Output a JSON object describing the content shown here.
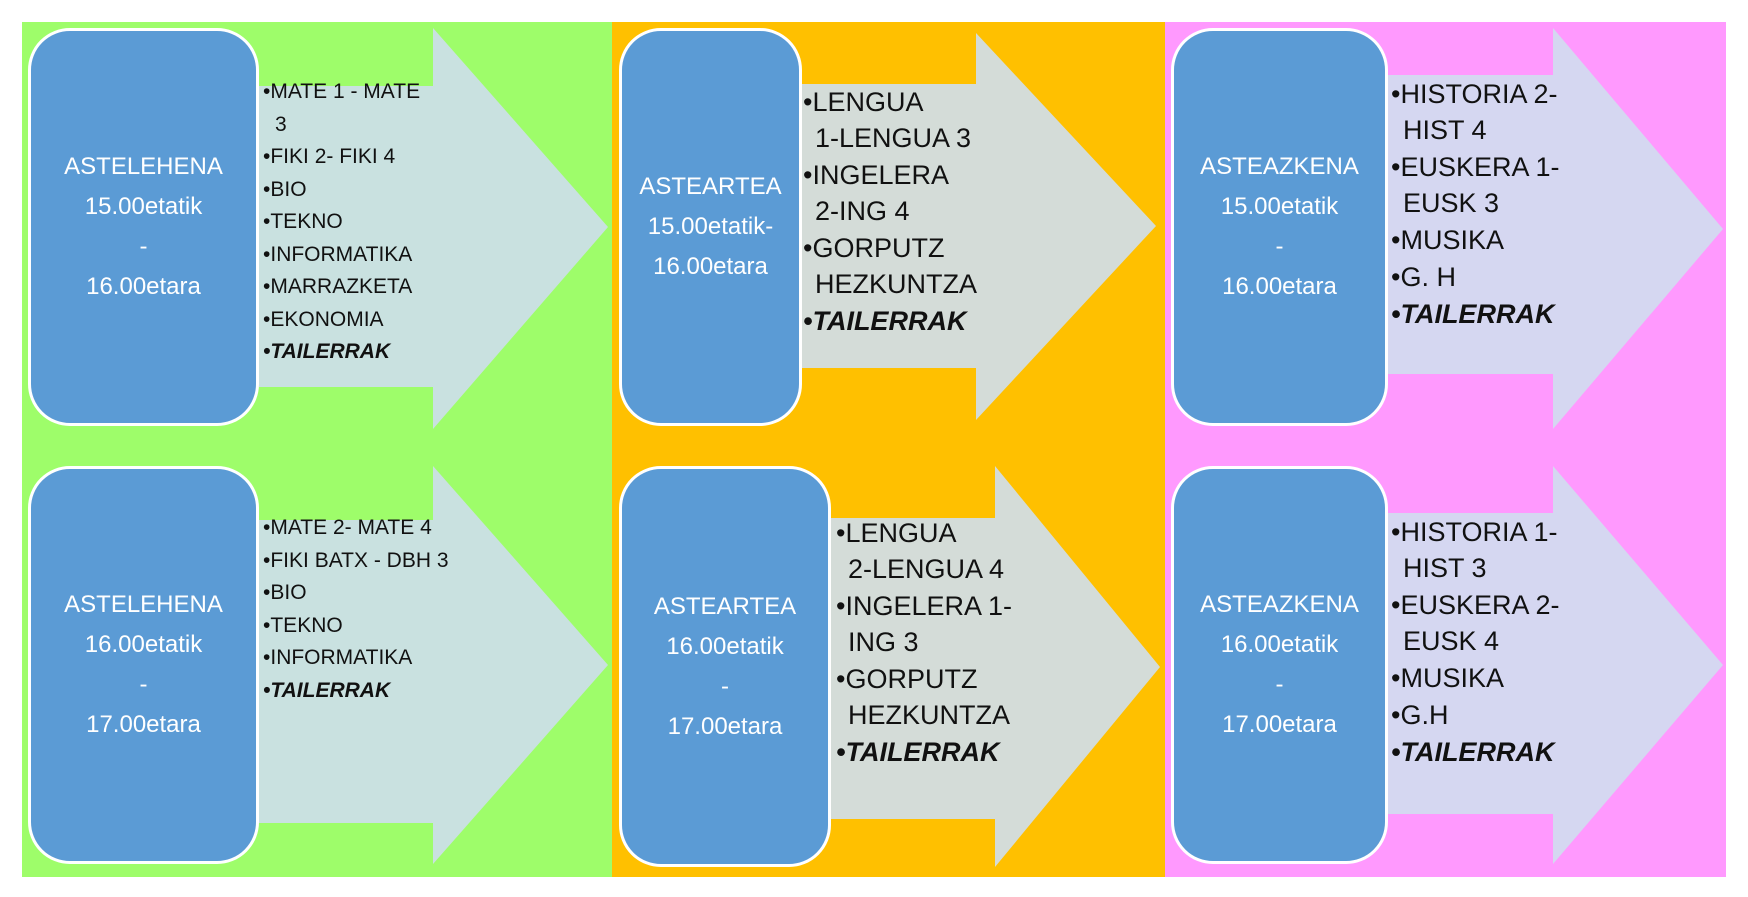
{
  "colors": {
    "green": "#9efd6a",
    "orange": "#ffc000",
    "pink": "#ff99fe",
    "box": "#5b9bd5",
    "arrows": [
      "#c9e1e0",
      "#d4dcd8",
      "#d5d7f1"
    ]
  },
  "columns": [
    {
      "rows": [
        {
          "box": [
            "ASTELEHENA",
            "15.00etatik",
            "-",
            "16.00etara"
          ],
          "items": [
            "MATE 1 - MATE 3",
            "FIKI 2- FIKI 4",
            "BIO",
            "TEKNO",
            "INFORMATIKA",
            "MARRAZKETA",
            "EKONOMIA",
            "TAILERRAK"
          ]
        },
        {
          "box": [
            "ASTELEHENA",
            "16.00etatik",
            "-",
            "17.00etara"
          ],
          "items": [
            "MATE 2- MATE 4",
            "FIKI BATX - DBH 3",
            "BIO",
            "TEKNO",
            "INFORMATIKA",
            "TAILERRAK"
          ]
        }
      ]
    },
    {
      "rows": [
        {
          "box": [
            "ASTEARTEA",
            "15.00etatik-",
            "16.00etara"
          ],
          "items": [
            "LENGUA\n1-LENGUA 3",
            "INGELERA\n2-ING 4",
            "GORPUTZ\nHEZKUNTZA",
            "TAILERRAK"
          ]
        },
        {
          "box": [
            "ASTEARTEA",
            "16.00etatik",
            "-",
            "17.00etara"
          ],
          "items": [
            "LENGUA\n2-LENGUA 4",
            "INGELERA 1-\nING 3",
            "GORPUTZ\nHEZKUNTZA",
            "TAILERRAK"
          ]
        }
      ]
    },
    {
      "rows": [
        {
          "box": [
            "ASTEAZKENA",
            "15.00etatik",
            "-",
            "16.00etara"
          ],
          "items": [
            "HISTORIA 2-\nHIST 4",
            "EUSKERA 1-\nEUSK 3",
            "MUSIKA",
            "G. H",
            "TAILERRAK"
          ]
        },
        {
          "box": [
            "ASTEAZKENA",
            "16.00etatik",
            "-",
            "17.00etara"
          ],
          "items": [
            "HISTORIA 1-\nHIST 3",
            "EUSKERA 2-\nEUSK 4",
            "MUSIKA",
            "G.H",
            "TAILERRAK"
          ]
        }
      ]
    }
  ],
  "bullet": "•"
}
